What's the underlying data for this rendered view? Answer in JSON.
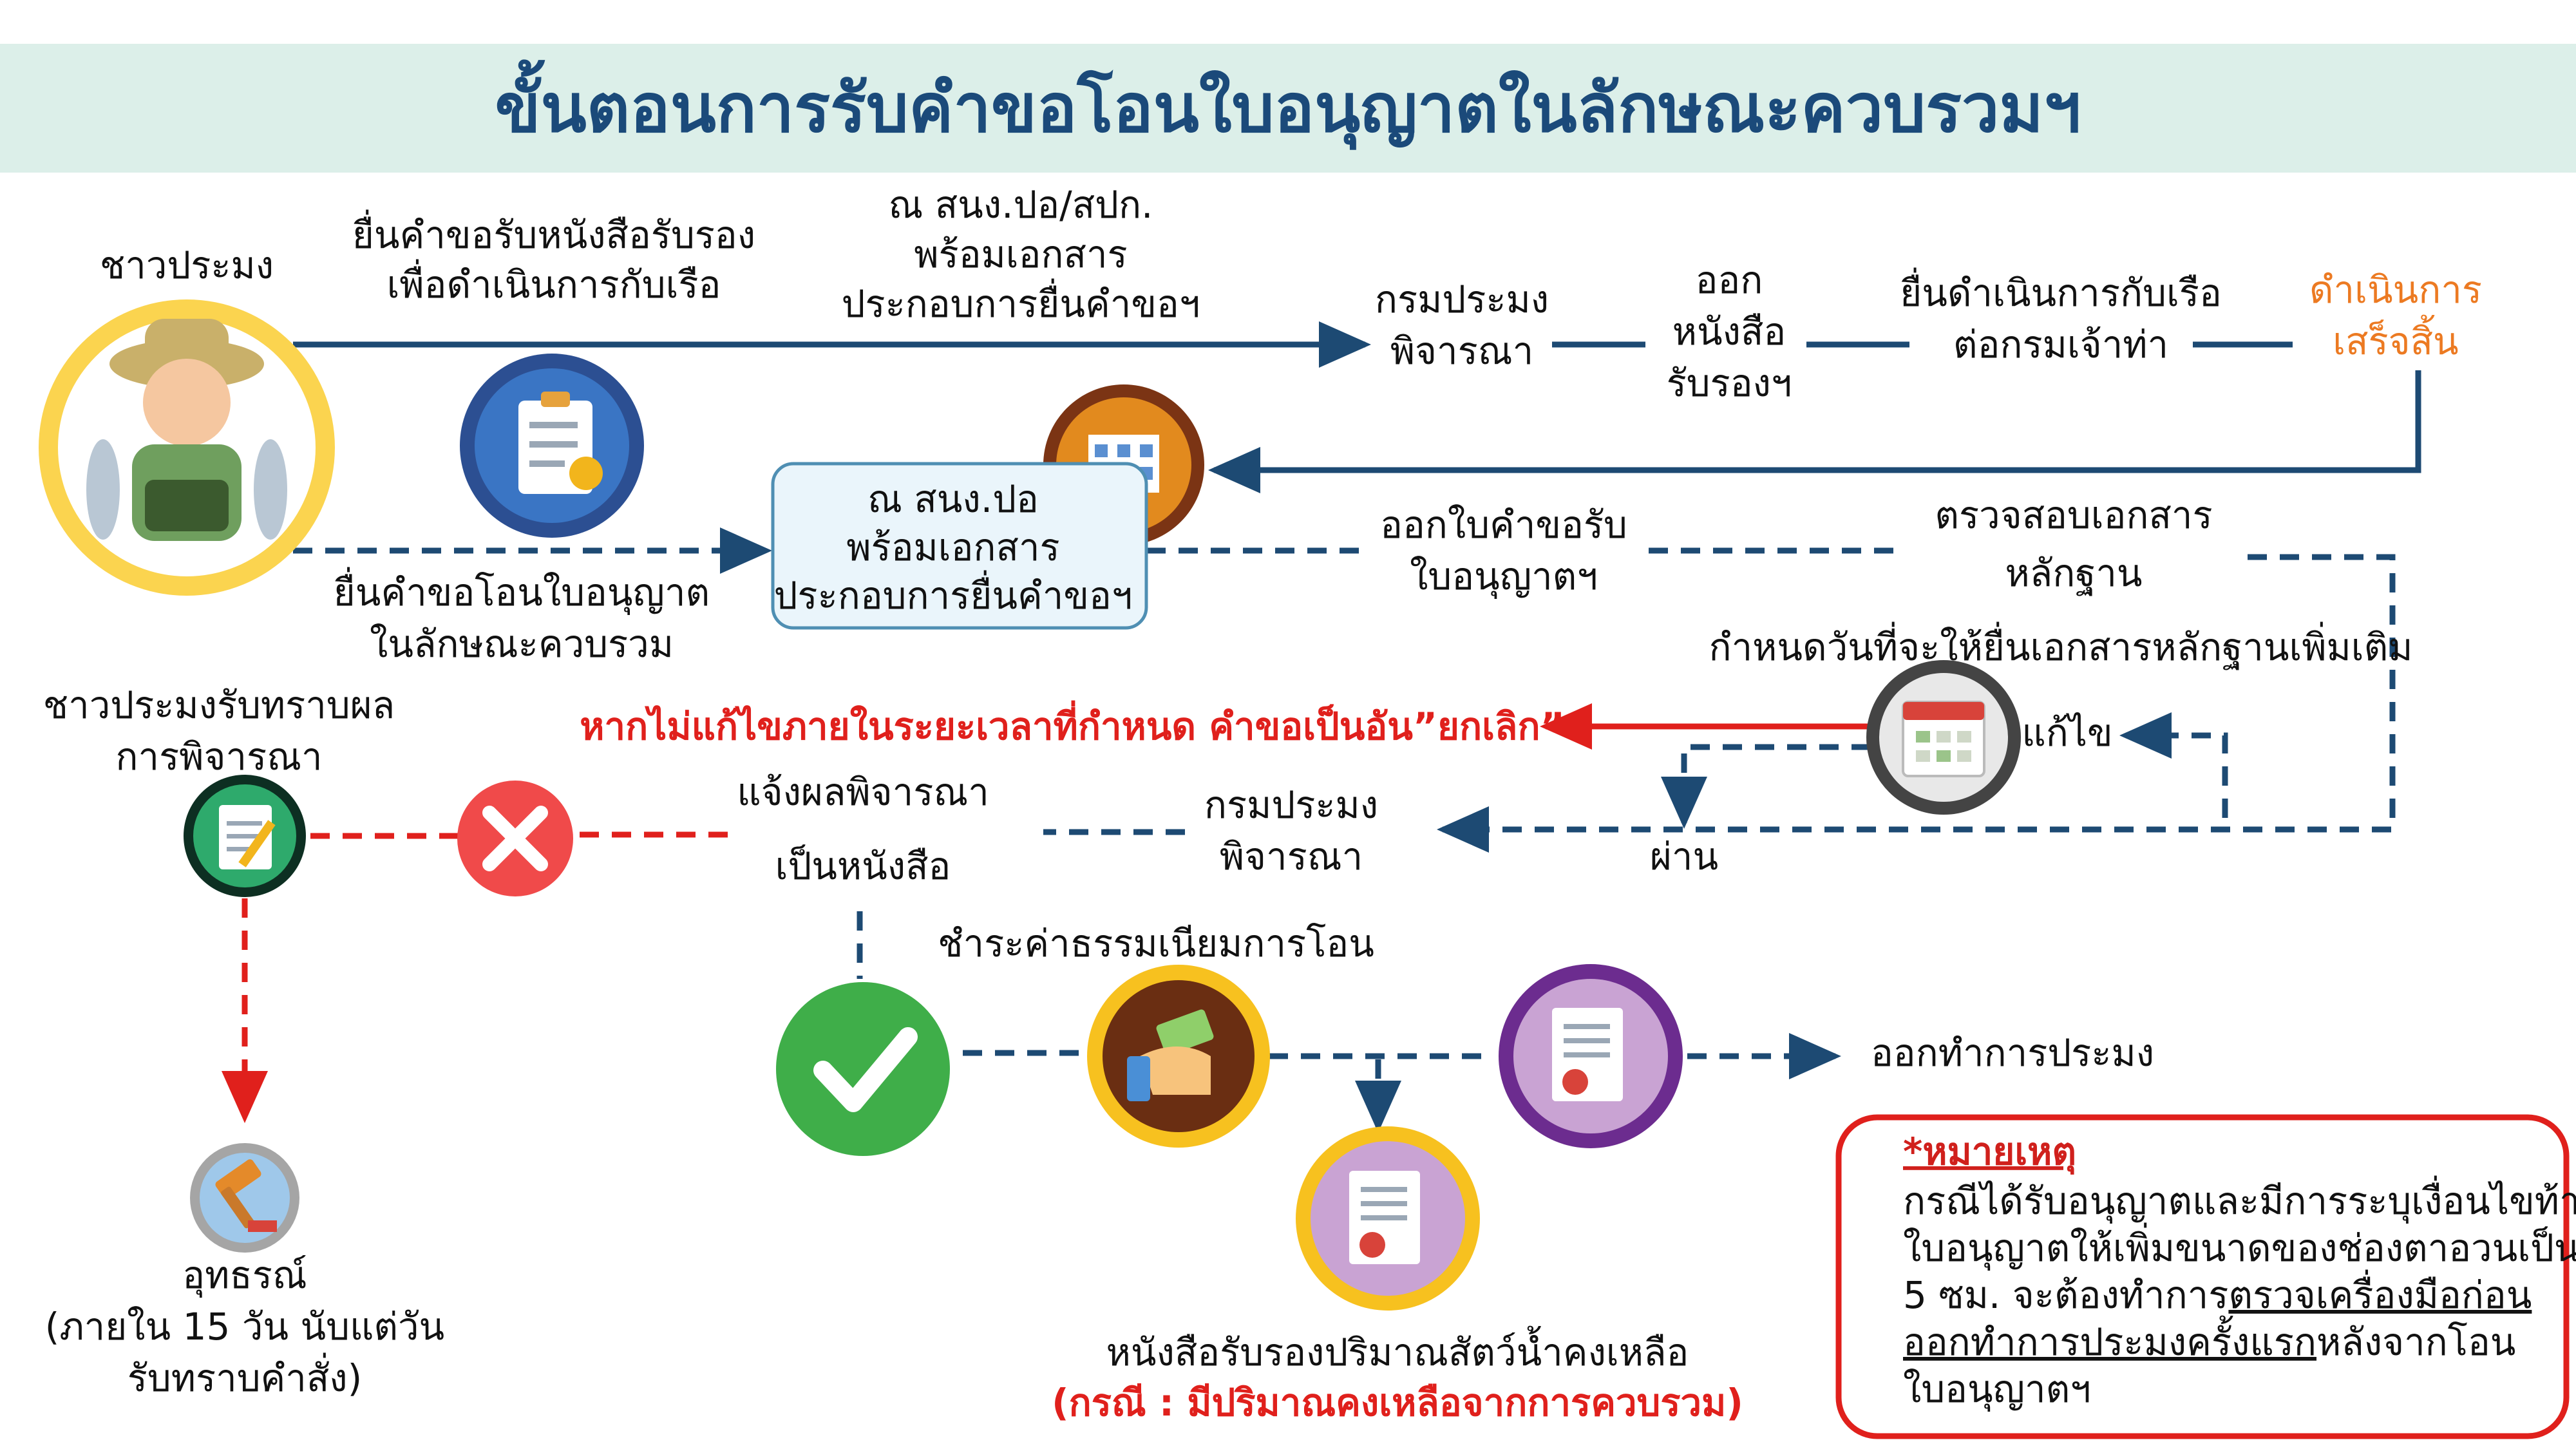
{
  "title": "ขั้นตอนการรับคำขอโอนใบอนุญาตในลักษณะควบรวมฯ",
  "colors": {
    "navy": "#1d4a73",
    "red": "#e0201c",
    "orange": "#ec7a22",
    "title_band": "#dcefe9",
    "note_border": "#e0201c"
  },
  "actors": {
    "fisherman": "ชาวประมง",
    "result_receiver": [
      "ชาวประมงรับทราบผล",
      "การพิจารณา"
    ],
    "appeal": [
      "อุทธรณ์",
      "(ภายใน 15 วัน นับแต่วัน",
      "รับทราบคำสั่ง)"
    ]
  },
  "top_flow": {
    "submit_cert": [
      "ยื่นคำขอรับหนังสือรับรอง",
      "เพื่อดำเนินการกับเรือ"
    ],
    "office_docs": [
      "ณ สนง.ปอ/สปก.",
      "พร้อมเอกสาร",
      "ประกอบการยื่นคำขอฯ"
    ],
    "dept_review": [
      "กรมประมง",
      "พิจารณา"
    ],
    "issue_cert": [
      "ออก",
      "หนังสือ",
      "รับรองฯ"
    ],
    "harbor": [
      "ยื่นดำเนินการกับเรือ",
      "ต่อกรมเจ้าท่า"
    ],
    "done": [
      "ดำเนินการ",
      "เสร็จสิ้น"
    ]
  },
  "middle_flow": {
    "submit_transfer": [
      "ยื่นคำขอโอนใบอนุญาต",
      "ในลักษณะควบรวม"
    ],
    "office_box": [
      "ณ สนง.ปอ",
      "พร้อมเอกสาร",
      "ประกอบการยื่นคำขอฯ"
    ],
    "receipt": [
      "ออกใบคำขอรับ",
      "ใบอนุญาตฯ"
    ],
    "check_docs": [
      "ตรวจสอบเอกสาร",
      "หลักฐาน"
    ],
    "deadline": "กำหนดวันที่จะให้ยื่นเอกสารหลักฐานเพิ่มเติม",
    "cancel_warning": "หากไม่แก้ไขภายในระยะเวลาที่กำหนด คำขอเป็นอัน”ยกเลิก”",
    "fix": "แก้ไข",
    "pass": "ผ่าน",
    "dept_review2": [
      "กรมประมง",
      "พิจารณา"
    ],
    "notify": [
      "แจ้งผลพิจารณา",
      "เป็นหนังสือ"
    ]
  },
  "bottom_flow": {
    "fee": "ชำระค่าธรรมเนียมการโอน",
    "go_fishing": "ออกทำการประมง",
    "remaining_cert": "หนังสือรับรองปริมาณสัตว์น้ำคงเหลือ",
    "remaining_case": "(กรณี : มีปริมาณคงเหลือจากการควบรวม)"
  },
  "note": {
    "heading": "*หมายเหตุ",
    "l1": "กรณีได้รับอนุญาตและมีการระบุเงื่อนไขท้าย",
    "l2": "ใบอนุญาตให้เพิ่มขนาดของช่องตาอวนเป็น",
    "l3a": "5 ซม. จะต้องทำการ",
    "l3b": "ตรวจเครื่องมือก่อน",
    "l4a": "ออกทำการประมงครั้งแรก",
    "l4b": "หลังจากโอน",
    "l5": "ใบอนุญาตฯ"
  },
  "icons": {
    "fisherman": "fisherman-avatar",
    "clipboard": "clipboard-check-icon",
    "office": "office-building-icon",
    "calendar": "calendar-icon",
    "document": "document-edit-icon",
    "reject": "x-mark-icon",
    "approve": "check-mark-icon",
    "gavel": "gavel-icon",
    "money": "money-hand-icon",
    "certificate": "certificate-icon"
  }
}
